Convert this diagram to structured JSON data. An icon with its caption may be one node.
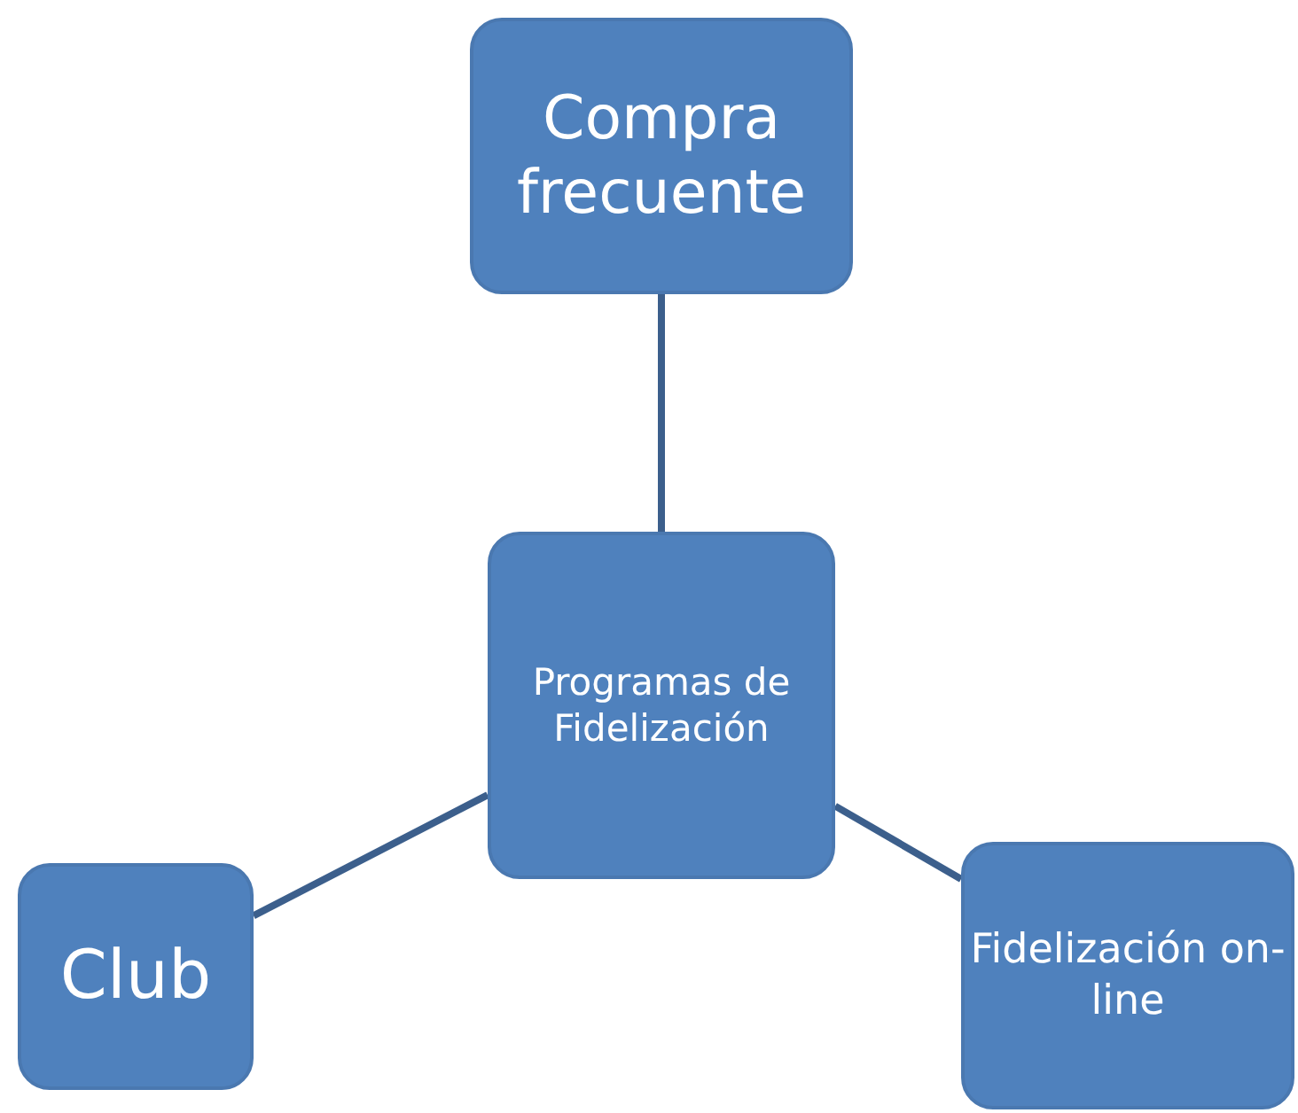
{
  "diagram": {
    "nodes": [
      {
        "text": [
          "Programas de Fidelización"
        ]
      },
      {
        "text": [
          "Compra frecuente"
        ]
      },
      {
        "text": [
          "Club"
        ]
      },
      {
        "text": [
          "Fidelización on-line"
        ]
      }
    ],
    "edges": [
      {
        "from": 0,
        "to": 1,
        "arrow": "none"
      },
      {
        "from": 0,
        "to": 2,
        "arrow": "none"
      },
      {
        "from": 0,
        "to": 3,
        "arrow": "none"
      }
    ]
  }
}
